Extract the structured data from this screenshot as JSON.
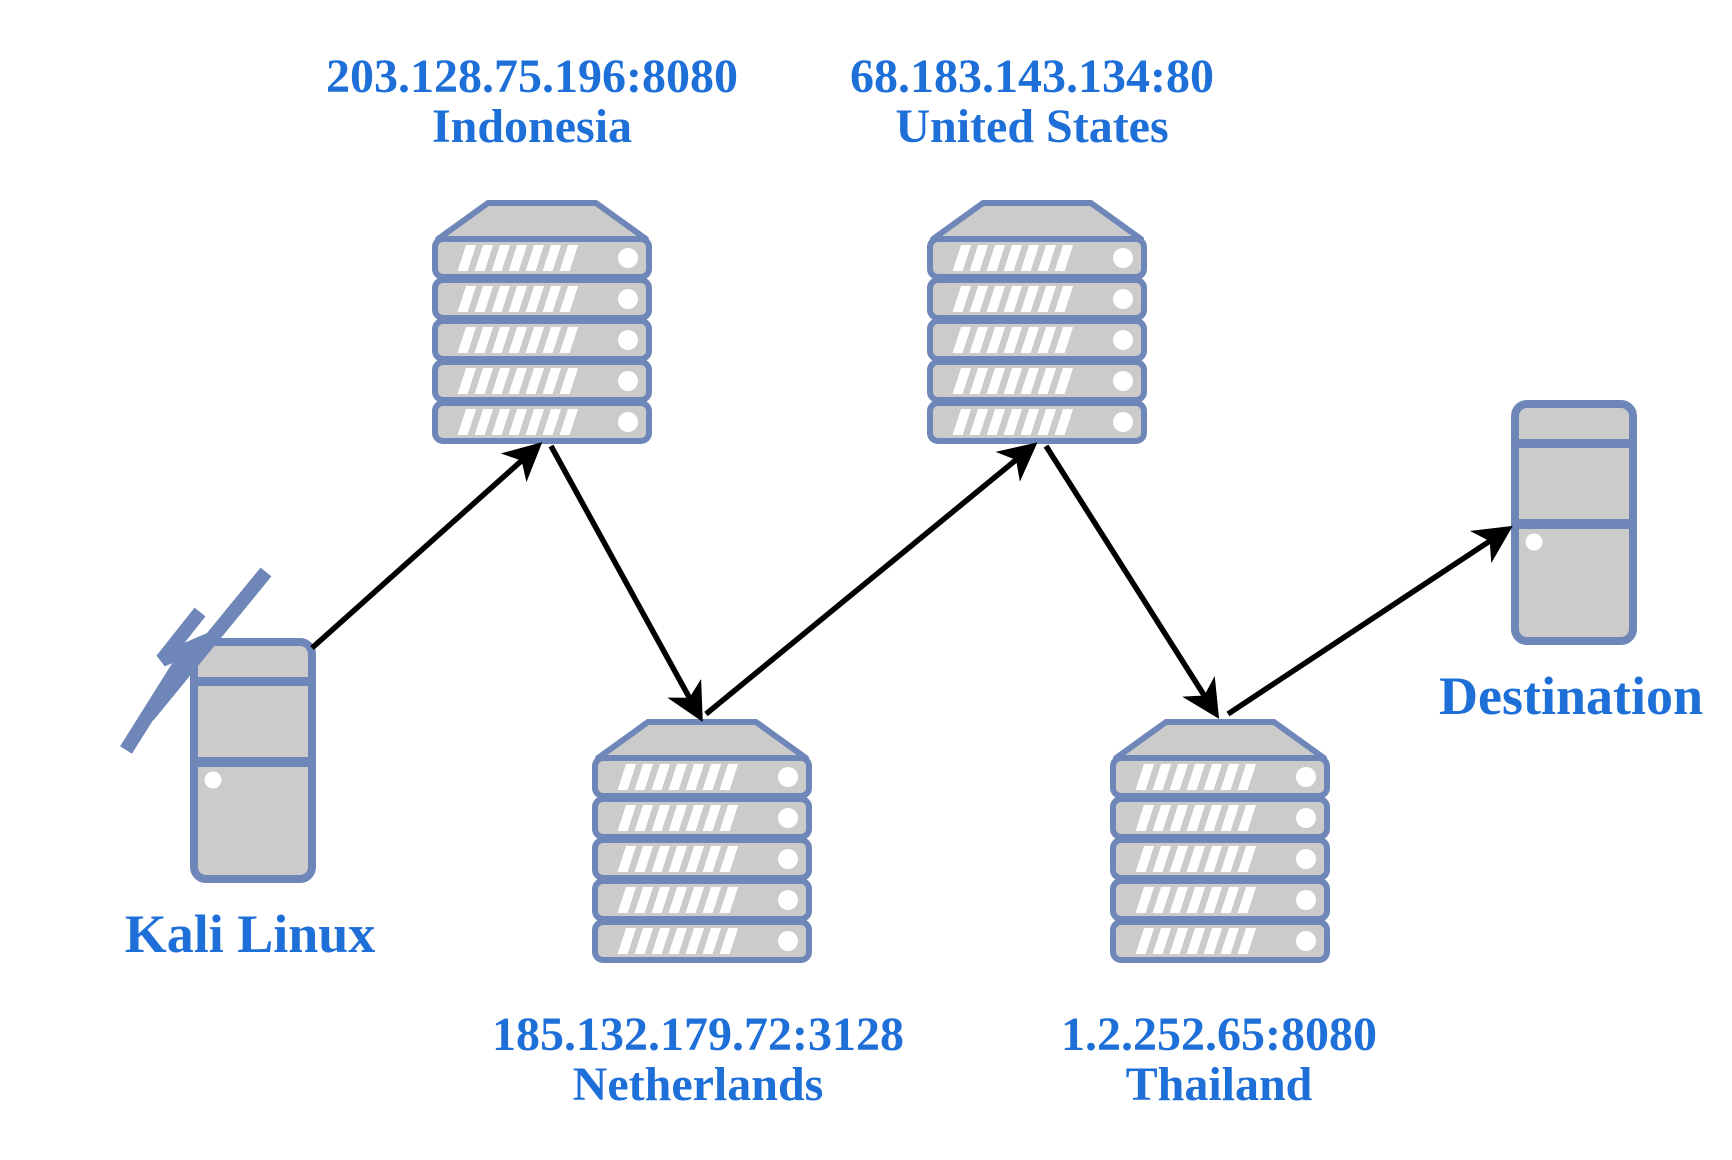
{
  "nodes": {
    "kali": {
      "label": "Kali Linux"
    },
    "proxy_indonesia": {
      "ip_port": "203.128.75.196:8080",
      "country": "Indonesia"
    },
    "proxy_united_states": {
      "ip_port": "68.183.143.134:80",
      "country": "United States"
    },
    "proxy_netherlands": {
      "ip_port": "185.132.179.72:3128",
      "country": "Netherlands"
    },
    "proxy_thailand": {
      "ip_port": "1.2.252.65:8080",
      "country": "Thailand"
    },
    "destination": {
      "label": "Destination"
    }
  },
  "connections": [
    {
      "from": "kali",
      "to": "proxy_indonesia"
    },
    {
      "from": "proxy_indonesia",
      "to": "proxy_netherlands"
    },
    {
      "from": "proxy_netherlands",
      "to": "proxy_united_states"
    },
    {
      "from": "proxy_united_states",
      "to": "proxy_thailand"
    },
    {
      "from": "proxy_thailand",
      "to": "destination"
    }
  ],
  "colors": {
    "label_blue": "#1e6fd8",
    "icon_border": "#6e87b8",
    "icon_fill": "#cbcbcb",
    "arrow_black": "#000000",
    "background": "#ffffff"
  }
}
